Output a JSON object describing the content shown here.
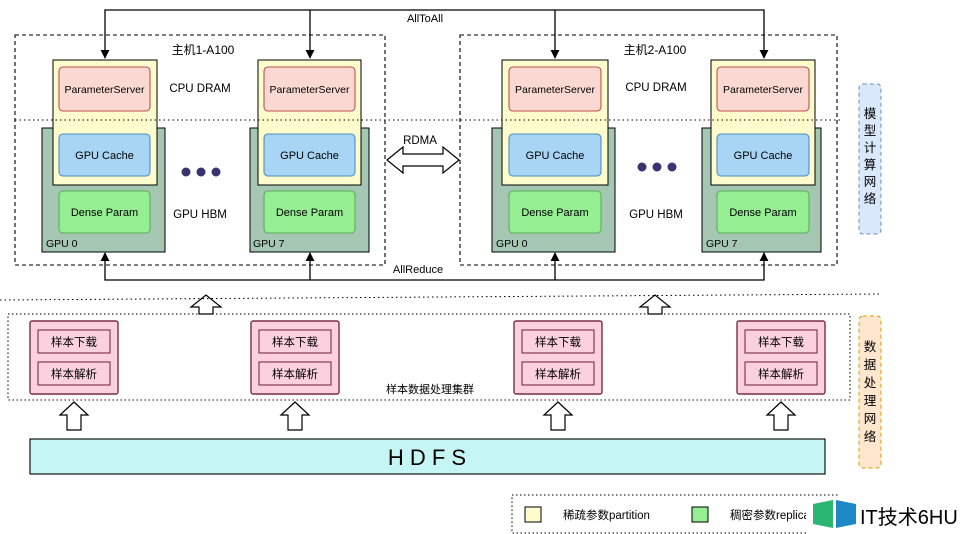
{
  "links": {
    "all_to_all": "AllToAll",
    "rdma": "RDMA",
    "all_reduce": "AllReduce"
  },
  "hosts": [
    {
      "title": "主机1-A100",
      "cpu_dram": "CPU DRAM",
      "gpu_hbm": "GPU HBM",
      "gpus": [
        {
          "label": "GPU 0",
          "param_server": "ParameterServer",
          "gpu_cache": "GPU Cache",
          "dense_param": "Dense Param"
        },
        {
          "label": "GPU 7",
          "param_server": "ParameterServer",
          "gpu_cache": "GPU Cache",
          "dense_param": "Dense Param"
        }
      ]
    },
    {
      "title": "主机2-A100",
      "cpu_dram": "CPU DRAM",
      "gpu_hbm": "GPU HBM",
      "gpus": [
        {
          "label": "GPU 0",
          "param_server": "ParameterServer",
          "gpu_cache": "GPU Cache",
          "dense_param": "Dense Param"
        },
        {
          "label": "GPU 7",
          "param_server": "ParameterServer",
          "gpu_cache": "GPU Cache",
          "dense_param": "Dense Param"
        }
      ]
    }
  ],
  "side_labels": {
    "model_network": "模型计算网络",
    "data_network": "数据处理网络"
  },
  "data_cluster": {
    "title": "样本数据处理集群",
    "workers": [
      {
        "download": "样本下载",
        "parse": "样本解析"
      },
      {
        "download": "样本下载",
        "parse": "样本解析"
      },
      {
        "download": "样本下载",
        "parse": "样本解析"
      },
      {
        "download": "样本下载",
        "parse": "样本解析"
      }
    ]
  },
  "hdfs": "H D F S",
  "legend": {
    "sparse": "稀疏参数partition",
    "dense": "稠密参数replica"
  },
  "watermark": "IT技术6HU",
  "colors": {
    "cpu_fill": "#fefccd",
    "gpu_fill": "#a5c6b3",
    "ps_fill": "#fcd8d2",
    "ps_stroke": "#c0524b",
    "cache_fill": "#a8d5f4",
    "cache_stroke": "#4b8ec4",
    "dense_fill": "#95ee91",
    "dense_stroke": "#58b055",
    "worker_fill": "#fbd0df",
    "worker_stroke": "#7a2e47",
    "hdfs_fill": "#c5f6f3",
    "side_blue_fill": "#dae8fc",
    "side_blue_stroke": "#6c8ebf",
    "side_orange_fill": "#ffe6cc",
    "side_orange_stroke": "#d79b00",
    "dots": "#3b3270"
  }
}
